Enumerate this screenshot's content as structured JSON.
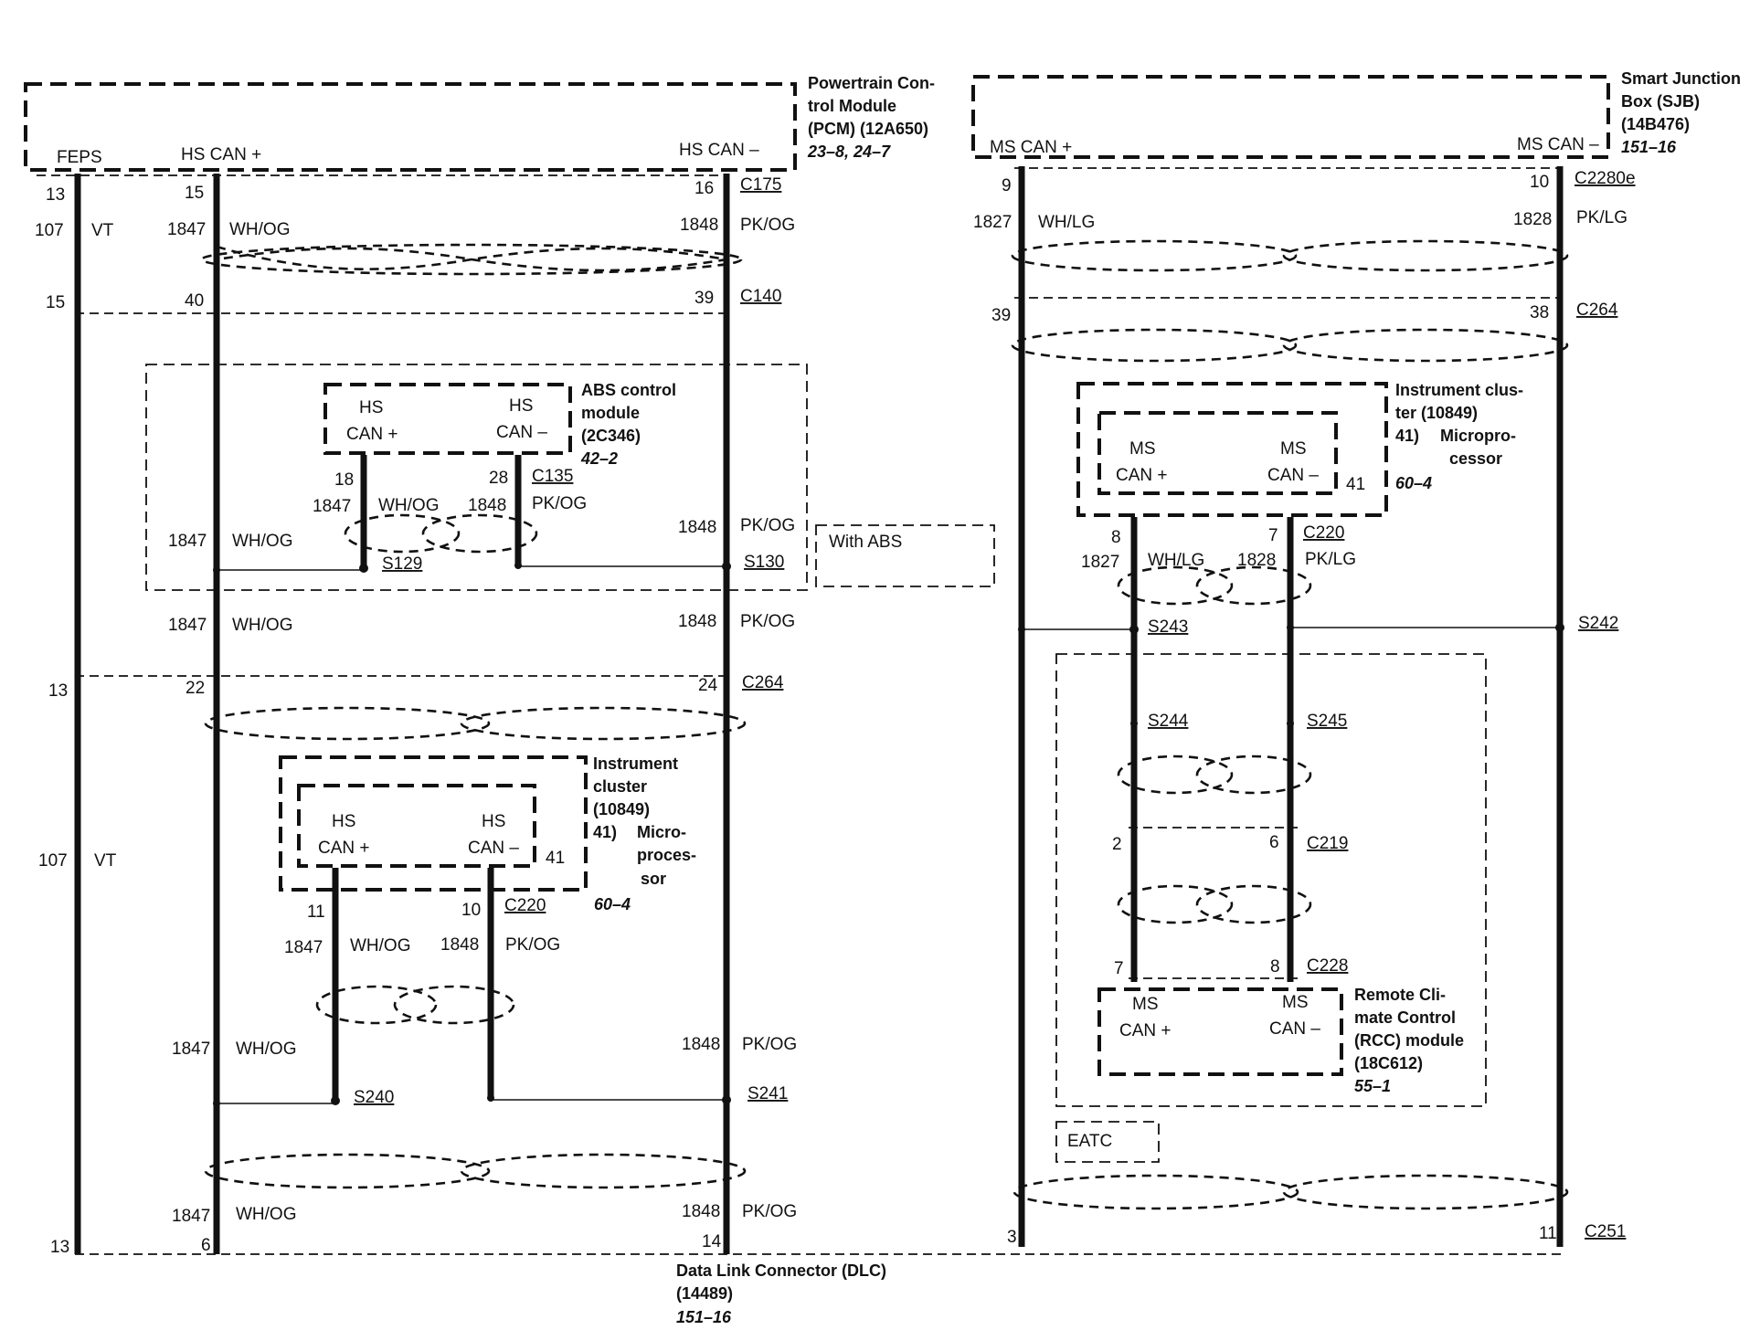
{
  "modules": {
    "pcm": {
      "lines": [
        "Powertrain Con-",
        "trol Module",
        "(PCM) (12A650)"
      ],
      "ref": "23–8, 24–7"
    },
    "sjb": {
      "lines": [
        "Smart Junction",
        "Box (SJB)",
        "(14B476)"
      ],
      "ref": "151–16"
    },
    "abs": {
      "lines": [
        "ABS control",
        "module",
        "(2C346)"
      ],
      "ref": "42–2"
    },
    "ic_hs": {
      "lines": [
        "Instrument",
        "cluster",
        "(10849)",
        "41)"
      ],
      "micro": [
        "Micro-",
        "proces-",
        "sor"
      ],
      "ref": "60–4"
    },
    "ic_ms": {
      "lines": [
        "Instrument clus-",
        "ter (10849)",
        "41)"
      ],
      "micro": [
        "Micropro-",
        "cessor"
      ],
      "ref": "60–4"
    },
    "rcc": {
      "lines": [
        "Remote Cli-",
        "mate Control",
        "(RCC) module",
        "(18C612)"
      ],
      "ref": "55–1"
    },
    "dlc": {
      "lines": [
        "Data Link Connector (DLC)",
        "(14489)"
      ],
      "ref": "151–16"
    }
  },
  "pins": {
    "feps": "FEPS",
    "hs_can_plus": "HS CAN +",
    "hs_can_minus": "HS CAN –",
    "ms_can_plus": "MS CAN +",
    "ms_can_minus": "MS CAN –",
    "hs": "HS",
    "ms": "MS",
    "can_plus": "CAN +",
    "can_minus": "CAN –"
  },
  "options": {
    "with_abs": "With ABS",
    "eatc": "EATC"
  },
  "connectors": {
    "c175": "C175",
    "c140": "C140",
    "c135": "C135",
    "c264": "C264",
    "c220": "C220",
    "c2280e": "C2280e",
    "c219": "C219",
    "c228": "C228",
    "c251": "C251"
  },
  "splices": {
    "s129": "S129",
    "s130": "S130",
    "s240": "S240",
    "s241": "S241",
    "s242": "S242",
    "s243": "S243",
    "s244": "S244",
    "s245": "S245"
  },
  "circuits": {
    "c107": "107",
    "vt": "VT",
    "c1847": "1847",
    "wh_og": "WH/OG",
    "c1848": "1848",
    "pk_og": "PK/OG",
    "c1827": "1827",
    "wh_lg": "WH/LG",
    "c1828": "1828",
    "pk_lg": "PK/LG"
  },
  "pin_numbers": {
    "n13": "13",
    "n15": "15",
    "n16": "16",
    "n40": "40",
    "n39": "39",
    "n18": "18",
    "n28": "28",
    "n22": "22",
    "n24": "24",
    "n11": "11",
    "n10": "10",
    "n41": "41",
    "n6": "6",
    "n14": "14",
    "n9": "9",
    "n38": "38",
    "n8": "8",
    "n7": "7",
    "n2": "2",
    "n3": "3"
  }
}
